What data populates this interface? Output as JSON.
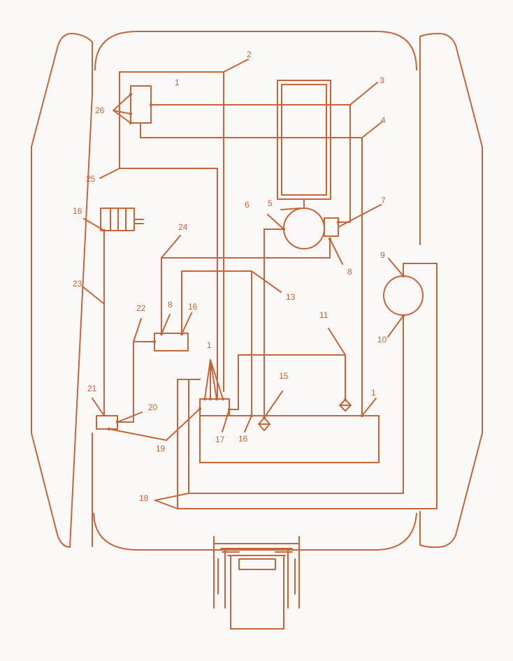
{
  "colors": {
    "line": "#c8643a",
    "background": "#faf9f8"
  },
  "labels": {
    "l1_top": "1",
    "l2": "2",
    "l3": "3",
    "l4": "4",
    "l5": "5",
    "l6": "6",
    "l7": "7",
    "l8_right": "8",
    "l9": "9",
    "l10": "10",
    "l11": "11",
    "l13": "13",
    "l15": "15",
    "l16_top": "16",
    "l16_mid": "16",
    "l16_bottom": "16",
    "l8_mid": "8",
    "l17": "17",
    "l18": "18",
    "l19": "19",
    "l20": "20",
    "l21": "21",
    "l22": "22",
    "l23": "23",
    "l24": "24",
    "l25": "25",
    "l26": "26",
    "l1_group": "1",
    "l1_right": "1"
  }
}
